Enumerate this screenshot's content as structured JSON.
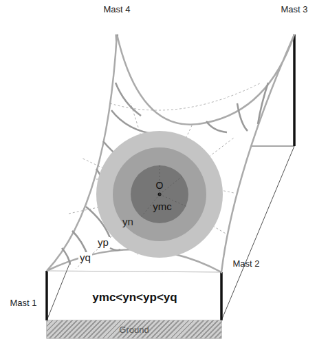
{
  "diagram": {
    "nodes": [
      {
        "text": [
          "Ground"
        ]
      }
    ],
    "labels": [
      "Mast 4",
      "Mast 3",
      "O",
      "ymc",
      "yn",
      "yp",
      "yq",
      "Mast 2",
      "Mast 1",
      "ymc<yn<yp<yq"
    ]
  }
}
